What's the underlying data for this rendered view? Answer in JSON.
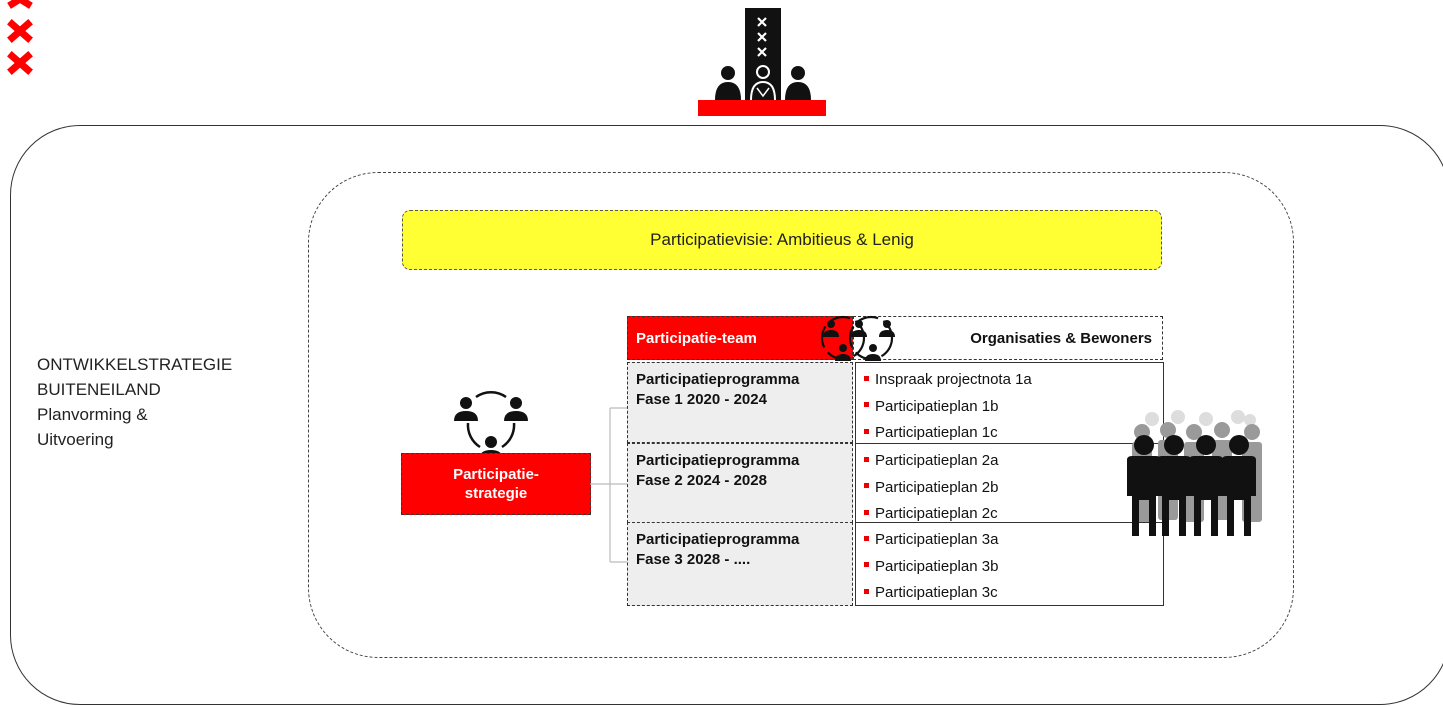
{
  "left_label": {
    "line1": "ONTWIKKELSTRATEGIE",
    "line2": "BUITENEILAND",
    "line3": "Planvorming &",
    "line4": "Uitvoering"
  },
  "vision": {
    "label": "Participatievisie: Ambitieus & Lenig"
  },
  "strategy": {
    "line1": "Participatie-",
    "line2": "strategie"
  },
  "team": {
    "label": "Participatie-team"
  },
  "orgs": {
    "label": "Organisaties & Bewoners"
  },
  "phases": [
    {
      "title": "Participatieprogramma",
      "period": "Fase 1 2020 - 2024",
      "plans": [
        "Inspraak projectnota 1a",
        "Participatieplan 1b",
        "Participatieplan 1c"
      ]
    },
    {
      "title": "Participatieprogramma",
      "period": "Fase 2 2024 -  2028",
      "plans": [
        "Participatieplan 2a",
        "Participatieplan 2b",
        "Participatieplan 2c"
      ]
    },
    {
      "title": "Participatieprogramma",
      "period": "Fase 3 2028 - ....",
      "plans": [
        "Participatieplan 3a",
        "Participatieplan 3b",
        "Participatieplan 3c"
      ]
    }
  ],
  "icons": {
    "logo": "amsterdam-xxx-icon",
    "council": "council-podium-icon",
    "circle_people": "people-circle-icon",
    "crowd": "crowd-icon"
  },
  "colors": {
    "accent_red": "#ff0000",
    "vision_yellow": "#ffff33",
    "phase_grey": "#eeeeee"
  }
}
